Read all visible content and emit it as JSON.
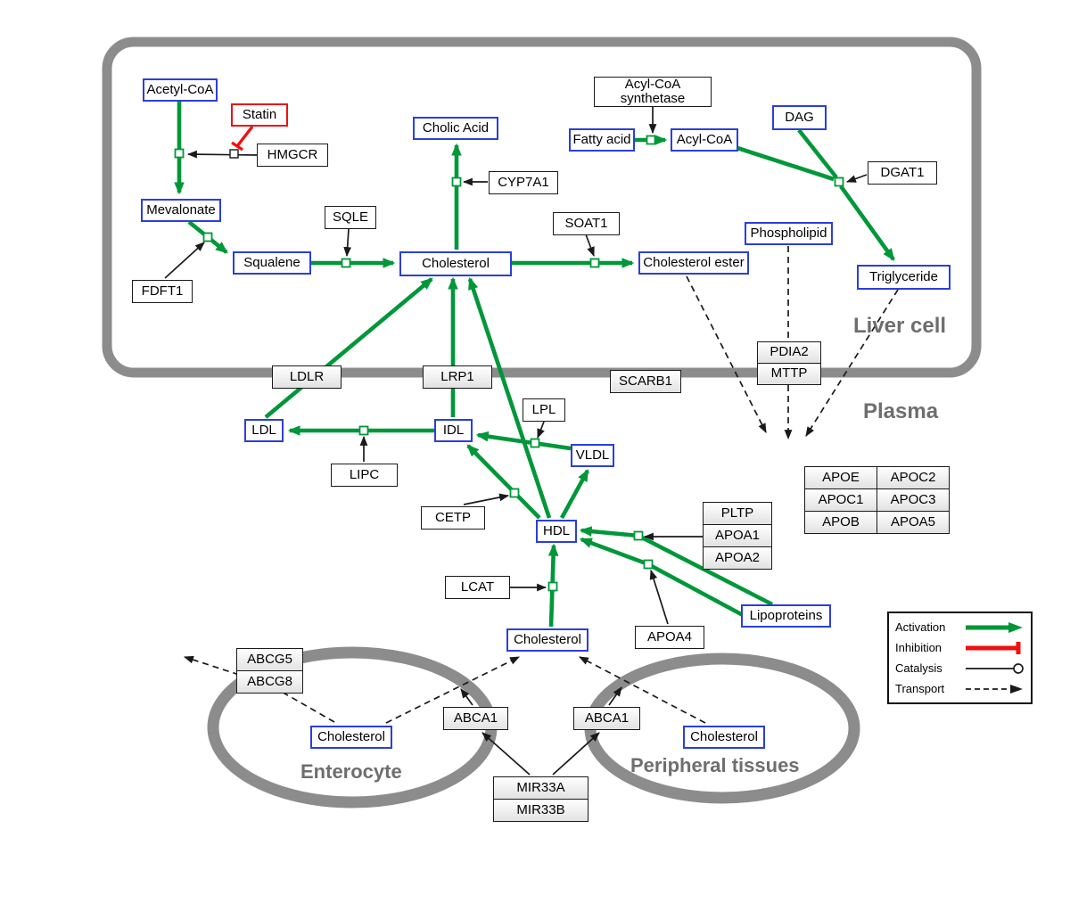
{
  "regions": {
    "liver_cell": "Liver cell",
    "plasma": "Plasma",
    "enterocyte": "Enterocyte",
    "peripheral_tissues": "Peripheral tissues"
  },
  "metabolites": {
    "acetyl_coa": "Acetyl-CoA",
    "mevalonate": "Mevalonate",
    "squalene": "Squalene",
    "cholesterol_liver": "Cholesterol",
    "cholic_acid": "Cholic Acid",
    "fatty_acid": "Fatty acid",
    "acyl_coa": "Acyl-CoA",
    "dag": "DAG",
    "phospholipid": "Phospholipid",
    "triglyceride": "Triglyceride",
    "cholesterol_ester": "Cholesterol ester",
    "ldl": "LDL",
    "idl": "IDL",
    "vldl": "VLDL",
    "hdl": "HDL",
    "cholesterol_plasma": "Cholesterol",
    "cholesterol_enterocyte": "Cholesterol",
    "cholesterol_peripheral": "Cholesterol",
    "lipoproteins": "Lipoproteins"
  },
  "proteins": {
    "statin": "Statin",
    "hmgcr": "HMGCR",
    "fdft1": "FDFT1",
    "sqle": "SQLE",
    "cyp7a1": "CYP7A1",
    "soat1": "SOAT1",
    "acyl_coa_synthetase": "Acyl-CoA synthetase",
    "dgat1": "DGAT1",
    "pdia2": "PDIA2",
    "mttp": "MTTP",
    "scarb1": "SCARB1",
    "ldlr": "LDLR",
    "lrp1": "LRP1",
    "lpl": "LPL",
    "lipc": "LIPC",
    "cetp": "CETP",
    "lcat": "LCAT",
    "pltp": "PLTP",
    "apoa1": "APOA1",
    "apoa2": "APOA2",
    "apoa4": "APOA4",
    "apoe": "APOE",
    "apoc1": "APOC1",
    "apob": "APOB",
    "apoc2": "APOC2",
    "apoc3": "APOC3",
    "apoa5": "APOA5",
    "abcg5": "ABCG5",
    "abcg8": "ABCG8",
    "abca1_enterocyte": "ABCA1",
    "abca1_peripheral": "ABCA1",
    "mir33a": "MIR33A",
    "mir33b": "MIR33B"
  },
  "legend": {
    "activation": "Activation",
    "inhibition": "Inhibition",
    "catalysis": "Catalysis",
    "transport": "Transport"
  },
  "colors": {
    "activation_green": "#009739",
    "inhibition_red": "#EE1111",
    "metabolite_border_blue": "#2B3FD9",
    "membrane_gray": "#8C8C8C",
    "region_label_gray": "#6E6E6E"
  }
}
